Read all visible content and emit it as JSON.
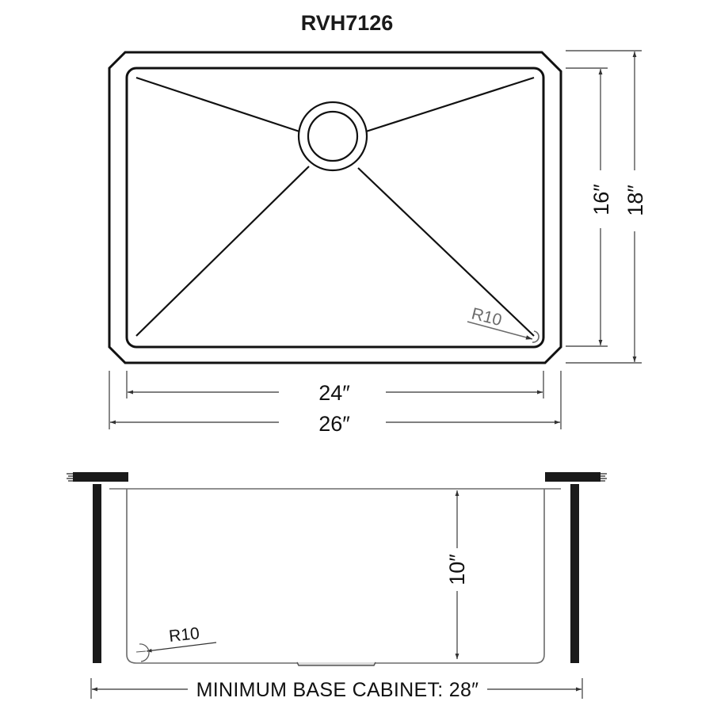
{
  "title": "RVH7126",
  "top_view": {
    "inner_width_label": "24″",
    "outer_width_label": "26″",
    "inner_depth_label": "16″",
    "outer_depth_label": "18″",
    "corner_radius_label": "R10"
  },
  "side_view": {
    "bowl_depth_label": "10″",
    "corner_radius_label": "R10",
    "min_cabinet_label": "MINIMUM BASE CABINET: 28″"
  },
  "colors": {
    "line": "#111111",
    "dimension_line": "#555555",
    "background": "#ffffff"
  }
}
